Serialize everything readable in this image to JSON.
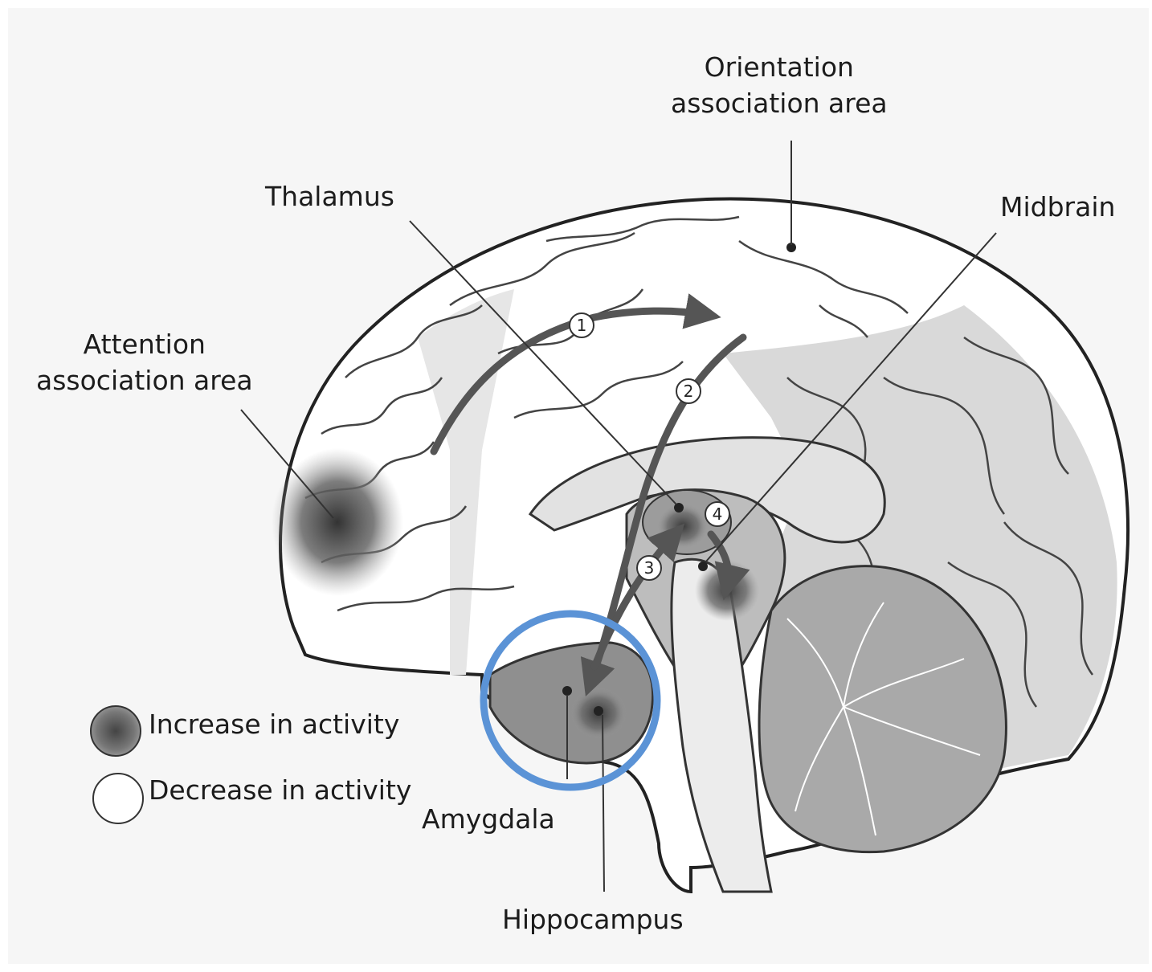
{
  "labels": {
    "orientation_line1": "Orientation",
    "orientation_line2": "association area",
    "thalamus": "Thalamus",
    "midbrain": "Midbrain",
    "attention_line1": "Attention",
    "attention_line2": "association area",
    "amygdala": "Amygdala",
    "hippocampus": "Hippocampus"
  },
  "legend": {
    "increase": "Increase in activity",
    "decrease": "Decrease in activity"
  },
  "steps": [
    "1",
    "2",
    "3",
    "4"
  ],
  "colors": {
    "highlight_circle": "#5b93d6",
    "activity_increase": "#4a4a4a",
    "background": "#ffffff"
  }
}
